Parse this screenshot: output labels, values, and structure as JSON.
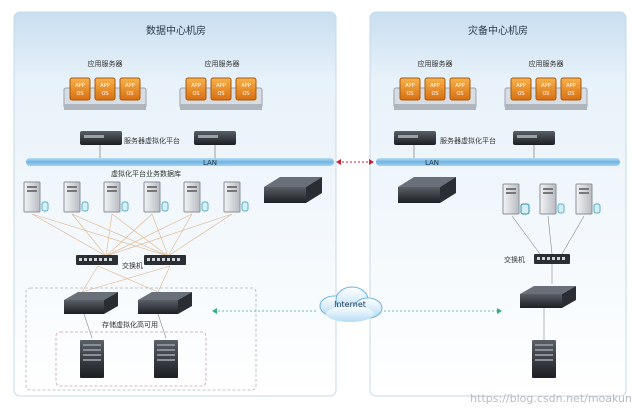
{
  "panels": {
    "left_title": "数据中心机房",
    "right_title": "灾备中心机房"
  },
  "labels": {
    "app_server": "应用服务器",
    "virt_platform": "服务器虚拟化平台",
    "lan": "LAN",
    "db_platform": "虚拟化平台业务数据库",
    "switch": "交换机",
    "storage_ha": "存储虚拟化高可用",
    "internet": "Internet",
    "chip_app": "APP",
    "chip_os": "OS"
  },
  "watermark": "https://blog.csdn.net/moakun",
  "colors": {
    "panel_top": "#cfe3f3",
    "panel_mid": "#eaf3fb",
    "lan_bar": "#8ec5ea",
    "chip_orange": "#f0962a",
    "link_blue": "#5aa8dc",
    "link_orange": "#e8a060"
  }
}
